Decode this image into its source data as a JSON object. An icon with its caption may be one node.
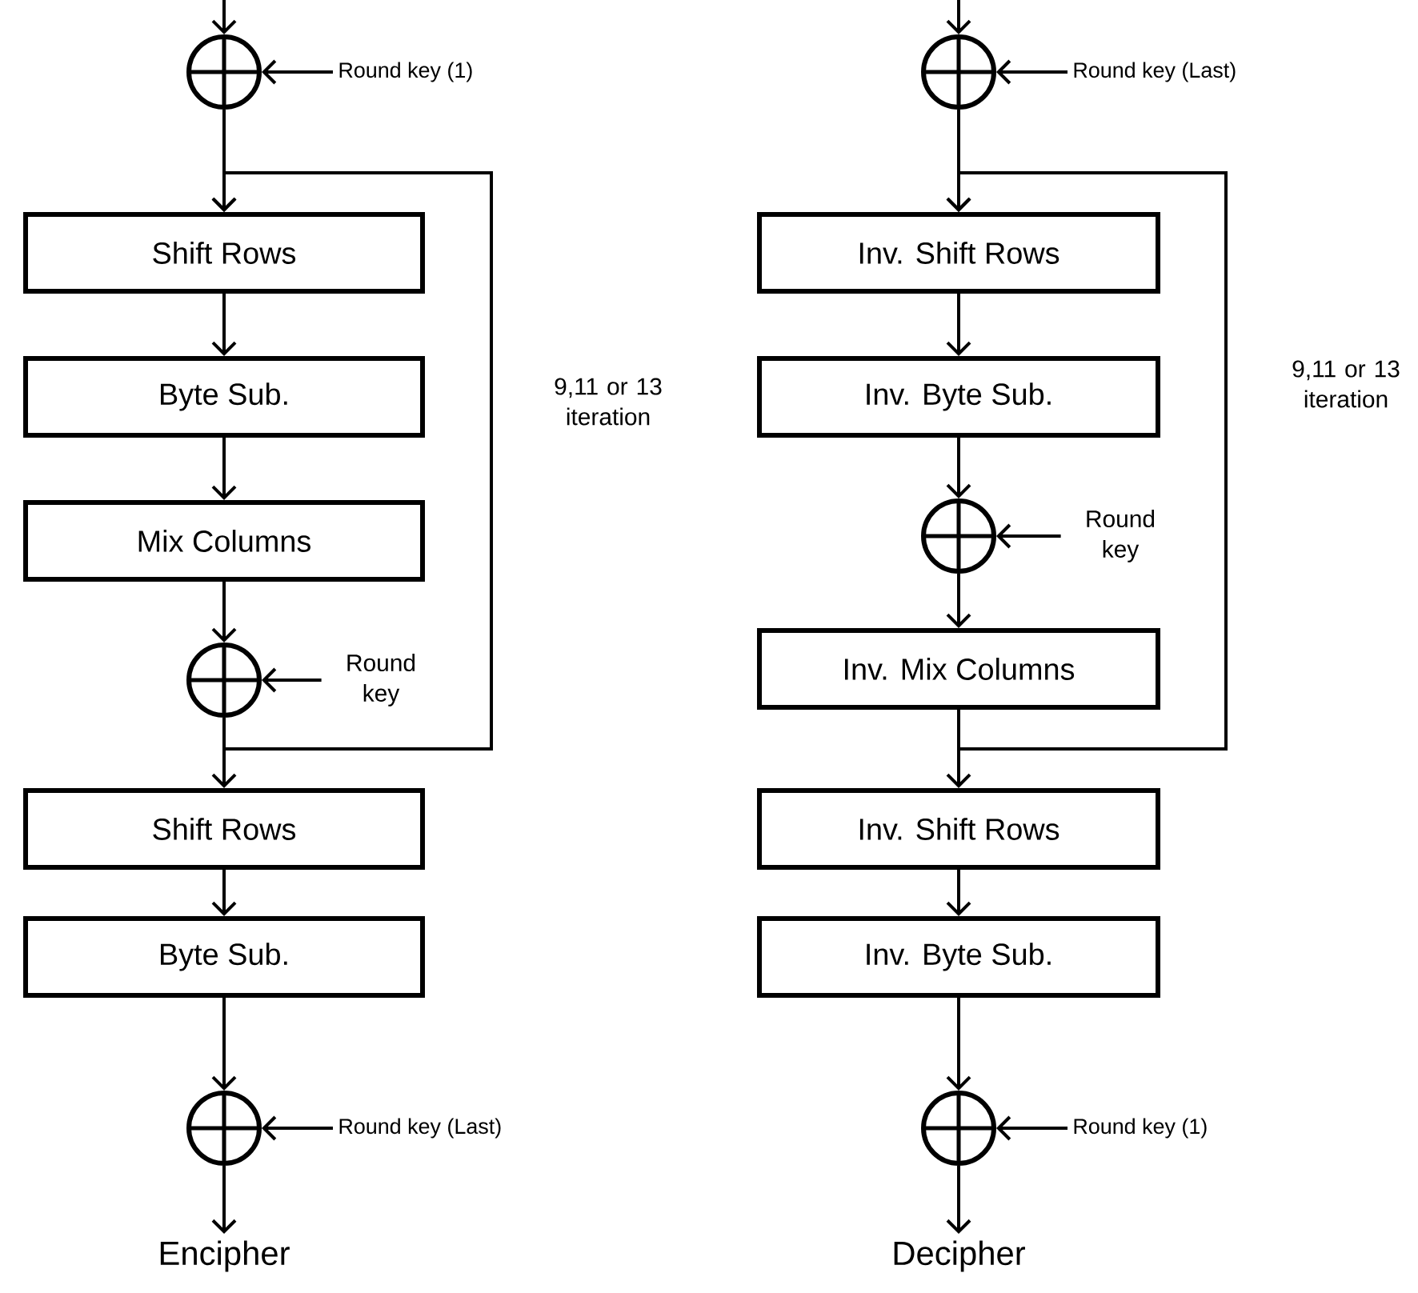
{
  "diagram": {
    "nodes": [
      {
        "text": [],
        "shape": "circle"
      },
      {
        "text": [
          "Round key (1)"
        ]
      },
      {
        "text": [
          "Shift Rows"
        ]
      },
      {
        "text": [
          "Byte Sub."
        ]
      },
      {
        "text": [
          "Mix Columns"
        ]
      },
      {
        "text": [],
        "shape": "circle"
      },
      {
        "text": [
          "Round key"
        ]
      },
      {
        "text": [
          "Shift Rows"
        ]
      },
      {
        "text": [
          "Byte Sub."
        ]
      },
      {
        "text": [],
        "shape": "circle"
      },
      {
        "text": [
          "Round key (Last)"
        ]
      },
      {
        "text": [
          "Encipher"
        ]
      },
      {
        "text": [],
        "shape": "circle"
      },
      {
        "text": [
          "Round key (Last)"
        ]
      },
      {
        "text": [
          "Inv. Shift Rows"
        ]
      },
      {
        "text": [
          "Inv. Byte Sub."
        ]
      },
      {
        "text": [],
        "shape": "circle"
      },
      {
        "text": [
          "Round key"
        ]
      },
      {
        "text": [
          "Inv. Mix Columns"
        ]
      },
      {
        "text": [
          "Inv. Shift Rows"
        ]
      },
      {
        "text": [
          "Inv. Byte Sub."
        ]
      },
      {
        "text": [],
        "shape": "circle"
      },
      {
        "text": [
          "Round key (1)"
        ]
      },
      {
        "text": [
          "Decipher"
        ]
      }
    ],
    "edges": [
      {
        "from": null,
        "to": 0,
        "arrow": "to"
      },
      {
        "from": 1,
        "to": 0,
        "arrow": "to"
      },
      {
        "from": 0,
        "to": 2,
        "arrow": "to"
      },
      {
        "from": 2,
        "to": 3,
        "arrow": "to"
      },
      {
        "from": 3,
        "to": 4,
        "arrow": "to"
      },
      {
        "from": 4,
        "to": 5,
        "arrow": "to"
      },
      {
        "from": 6,
        "to": 5,
        "arrow": "to"
      },
      {
        "from": 5,
        "to": 7,
        "arrow": "to"
      },
      {
        "from": 5,
        "to": 2,
        "arrow": "to"
      },
      {
        "from": 7,
        "to": 8,
        "arrow": "to"
      },
      {
        "from": 8,
        "to": 9,
        "arrow": "to"
      },
      {
        "from": 10,
        "to": 9,
        "arrow": "to"
      },
      {
        "from": 9,
        "to": 11,
        "arrow": "to"
      },
      {
        "from": null,
        "to": 12,
        "arrow": "to"
      },
      {
        "from": 13,
        "to": 12,
        "arrow": "to"
      },
      {
        "from": 12,
        "to": 14,
        "arrow": "to"
      },
      {
        "from": 14,
        "to": 15,
        "arrow": "to"
      },
      {
        "from": 15,
        "to": 16,
        "arrow": "to"
      },
      {
        "from": 17,
        "to": 16,
        "arrow": "to"
      },
      {
        "from": 16,
        "to": 18,
        "arrow": "to"
      },
      {
        "from": 18,
        "to": 19,
        "arrow": "to"
      },
      {
        "from": 18,
        "to": 14,
        "arrow": "to"
      },
      {
        "from": 19,
        "to": 20,
        "arrow": "to"
      },
      {
        "from": 20,
        "to": 21,
        "arrow": "to"
      },
      {
        "from": 22,
        "to": 21,
        "arrow": "to"
      },
      {
        "from": 21,
        "to": 23,
        "arrow": "to"
      }
    ],
    "labels": [
      "9,11 or 13 iteration",
      "9,11 or 13 iteration"
    ]
  }
}
